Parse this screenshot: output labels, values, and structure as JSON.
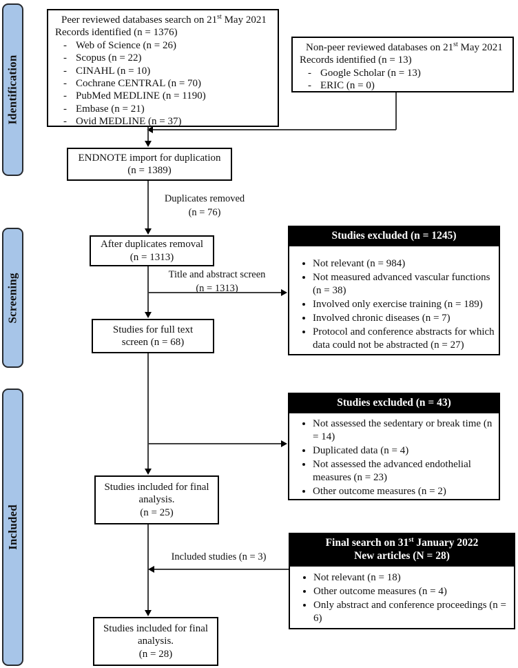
{
  "stages": {
    "identification": "Identification",
    "screening": "Screening",
    "included": "Included"
  },
  "colors": {
    "stage_fill": "#a7c5e8",
    "stage_border": "#26292e",
    "header_bg": "#000000",
    "header_text": "#ffffff",
    "line": "#3d3d3d"
  },
  "boxes": {
    "peer": {
      "title_prefix": "Peer reviewed databases search on 21",
      "title_sup": "st",
      "title_suffix": " May 2021",
      "subtitle": "Records identified (n = 1376)",
      "items": [
        "Web of Science (n = 26)",
        "Scopus (n = 22)",
        "CINAHL (n = 10)",
        "Cochrane CENTRAL (n = 70)",
        "PubMed MEDLINE (n = 1190)",
        "Embase (n = 21)",
        "Ovid MEDLINE (n = 37)"
      ]
    },
    "nonpeer": {
      "title_prefix": "Non-peer reviewed databases on 21",
      "title_sup": "st",
      "title_suffix": " May 2021",
      "subtitle": "Records identified (n = 13)",
      "items": [
        "Google Scholar (n = 13)",
        "ERIC (n = 0)"
      ]
    },
    "endnote": {
      "text": "ENDNOTE import for duplication\n(n = 1389)"
    },
    "after_duplicates": {
      "text": "After duplicates removal\n(n = 1313)"
    },
    "full_text": {
      "text": "Studies for full text\nscreen (n = 68)"
    },
    "final_25": {
      "text": "Studies included for final\nanalysis.\n(n = 25)"
    },
    "final_28": {
      "text": "Studies included for final\nanalysis.\n(n = 28)"
    },
    "excluded1": {
      "header": "Studies excluded (n = 1245)",
      "items": [
        "Not relevant (n = 984)",
        "Not measured advanced vascular functions (n = 38)",
        "Involved only exercise training (n = 189)",
        "Involved chronic diseases (n = 7)",
        "Protocol and conference abstracts for which data could not be abstracted (n = 27)"
      ]
    },
    "excluded2": {
      "header": "Studies excluded (n = 43)",
      "items": [
        "Not assessed the sedentary or break time (n = 14)",
        "Duplicated data (n = 4)",
        "Not assessed the advanced endothelial measures (n = 23)",
        "Other outcome measures (n = 2)"
      ]
    },
    "final_search": {
      "header_prefix": "Final search on 31",
      "header_sup": "st",
      "header_suffix": " January 2022",
      "header_line2": "New articles (N = 28)",
      "items": [
        "Not relevant (n = 18)",
        "Other outcome measures (n = 4)",
        "Only abstract and conference proceedings (n = 6)"
      ]
    }
  },
  "labels": {
    "duplicates_removed": "Duplicates removed\n(n = 76)",
    "title_abstract": "Title and abstract screen\n(n = 1313)",
    "included_studies": "Included studies (n = 3)"
  }
}
